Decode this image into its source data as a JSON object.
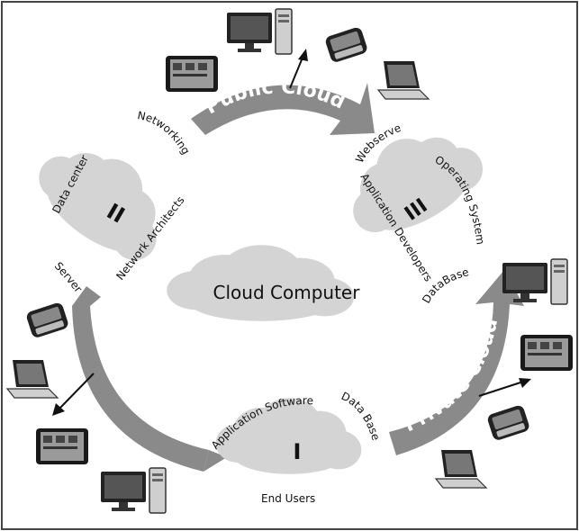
{
  "center_label": "Cloud Computer",
  "arcs": {
    "public": "Public Cloud",
    "private": "Private Cloud",
    "hybrid": "Hybrid Cloud"
  },
  "clouds": {
    "top_left": {
      "numeral": "II",
      "labels": [
        "Networking",
        "Data center",
        "Network Architects",
        "Server"
      ]
    },
    "top_right": {
      "numeral": "III",
      "labels": [
        "Webserver",
        "Operating Systems",
        "Application Developers",
        "DataBase"
      ]
    },
    "bottom": {
      "numeral": "I",
      "labels": [
        "Application Software",
        "Data Base",
        "End Users"
      ]
    }
  },
  "colors": {
    "arc_fill": "#8a8a8a",
    "arc_text": "#ffffff",
    "cloud_fill": "#d4d4d4",
    "text": "#111111",
    "frame": "#444444"
  },
  "icons": [
    "desktop-computer-icon",
    "tablet-icon",
    "smartphone-icon",
    "laptop-icon"
  ]
}
